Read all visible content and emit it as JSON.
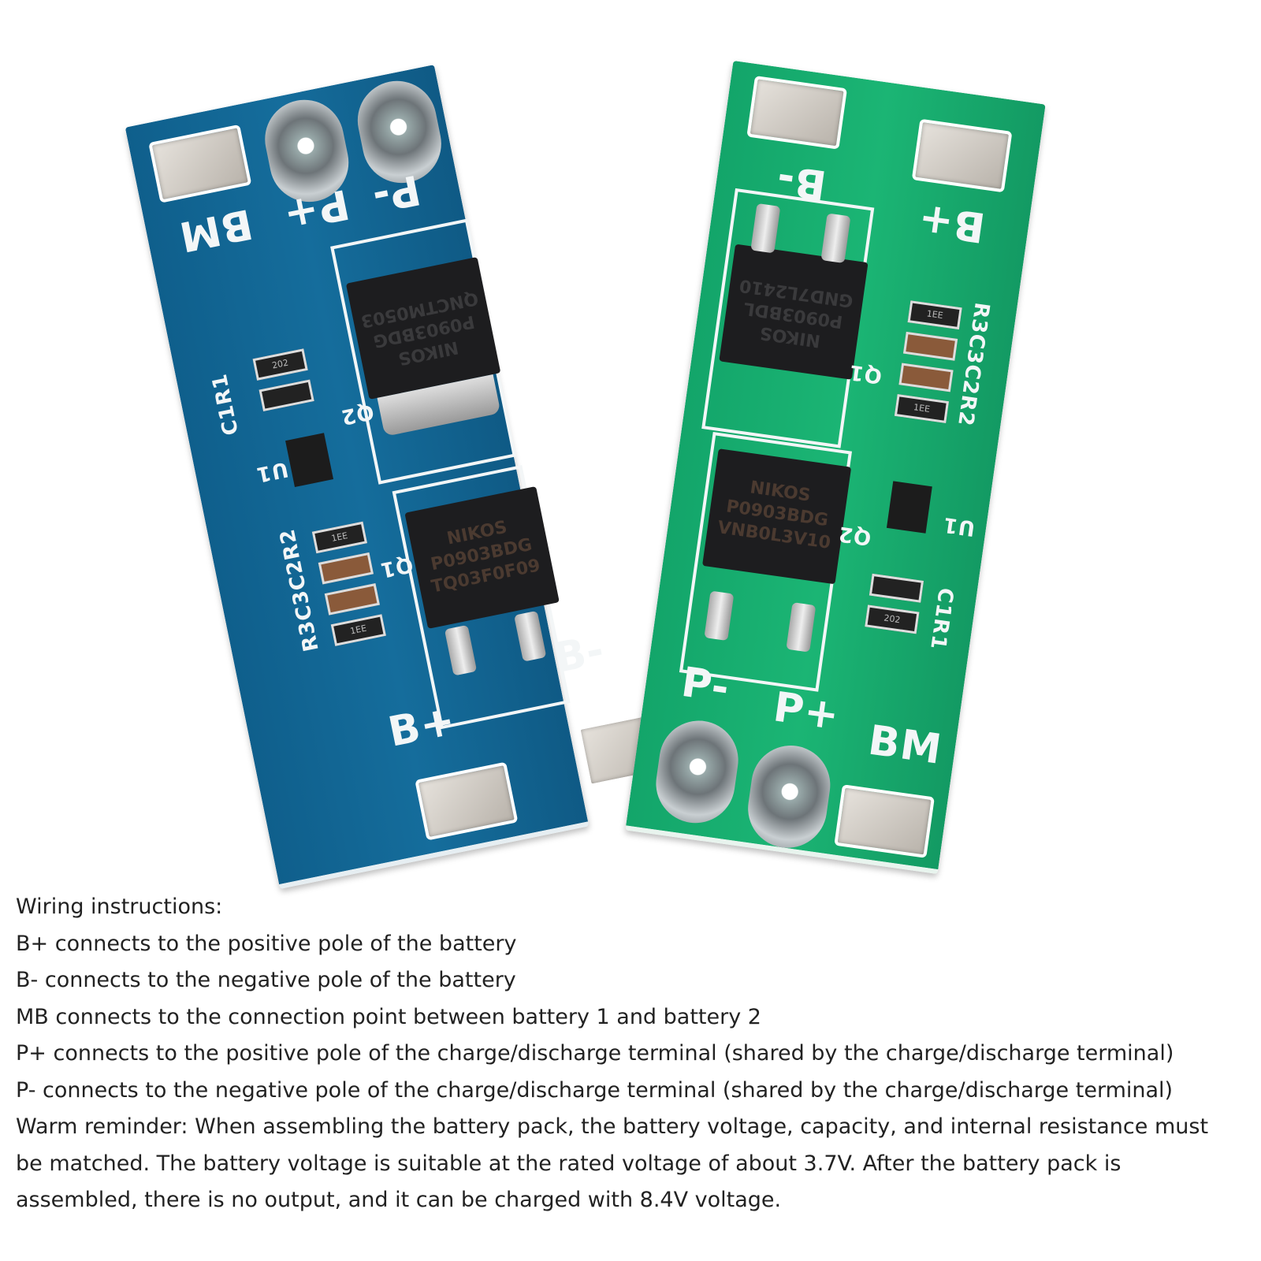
{
  "boards": {
    "blue": {
      "labels": {
        "bm": "BM",
        "p_plus": "P+",
        "p_minus": "P-",
        "b_plus": "B+",
        "b_minus": "B-",
        "q1": "Q1",
        "q2": "Q2",
        "u1": "U1",
        "c1r1": "C1R1",
        "r3c3c2r2": "R3C3C2R2"
      },
      "mosfet_top": {
        "brand": "NIKOS",
        "part": "P0903BDG",
        "lot": "QNCTM0503"
      },
      "mosfet_bottom": {
        "brand": "NIKOS",
        "part": "P0903BDG",
        "lot": "TQ03F0F09"
      },
      "resistor_codes": [
        "202",
        "1EE",
        "1EE"
      ]
    },
    "green": {
      "labels": {
        "bm": "BM",
        "p_plus": "P+",
        "p_minus": "P-",
        "b_plus": "B+",
        "b_minus": "B-",
        "q1": "Q1",
        "q2": "Q2",
        "u1": "U1",
        "c1r1": "C1R1",
        "r3c3c2r2": "R3C3C2R2"
      },
      "mosfet_top": {
        "brand": "NIKOS",
        "part": "P0903BDL",
        "lot": "GND7L2410"
      },
      "mosfet_bottom": {
        "brand": "NIKOS",
        "part": "P0903BDG",
        "lot": "VNB0L3V10"
      },
      "resistor_codes": [
        "202",
        "1EE",
        "1EE"
      ]
    }
  },
  "instructions": {
    "heading": "Wiring instructions:",
    "lines": [
      "B+ connects to the positive pole of the battery",
      "B- connects to the negative pole of the battery",
      "MB connects to the connection point between battery 1 and battery 2",
      "P+ connects to the positive pole of the charge/discharge terminal (shared by the charge/discharge terminal)",
      "P- connects to the negative pole of the charge/discharge terminal (shared by the charge/discharge terminal)",
      "Warm reminder: When assembling the battery pack, the battery voltage, capacity, and internal resistance must",
      "be matched. The battery voltage is suitable at the rated voltage of about 3.7V. After the battery pack is",
      "assembled, there is no output, and it can be charged with 8.4V voltage."
    ]
  }
}
